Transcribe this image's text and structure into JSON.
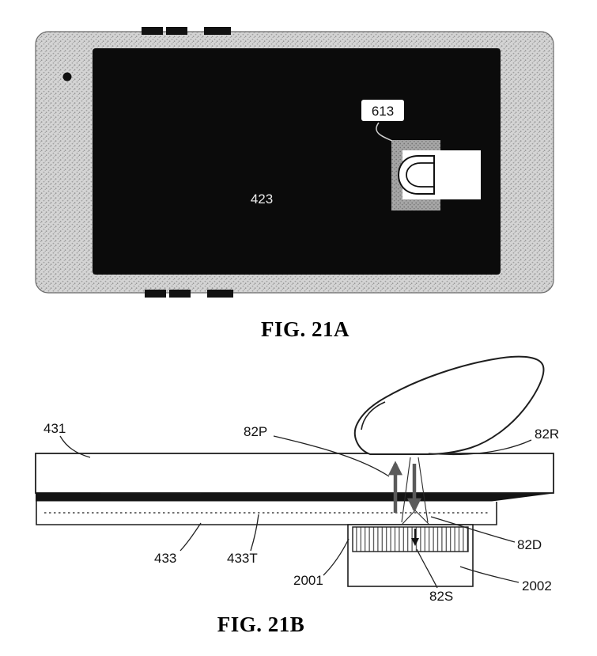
{
  "sheet": {
    "background": "#ffffff"
  },
  "fig21a": {
    "caption": "FIG. 21A",
    "labels": {
      "display": "423",
      "fingerprint_sensor": "613"
    },
    "colors": {
      "device_body": "#d2d2d2",
      "screen": "#0b0b0b",
      "sensor_pad": "#a8a8a8"
    }
  },
  "fig21b": {
    "caption": "FIG. 21B",
    "labels": {
      "cover_layer": "431",
      "transmitted_wave": "82P",
      "reflected_wave": "82R",
      "display_layer": "433",
      "adhesive_tape": "433T",
      "piezo_array": "2001",
      "downward_wave": "82D",
      "sensor_substrate": "2002",
      "source_signal": "82S"
    },
    "colors": {
      "wave_arrow": "#5a5a5a",
      "line": "#1a1a1a"
    }
  }
}
